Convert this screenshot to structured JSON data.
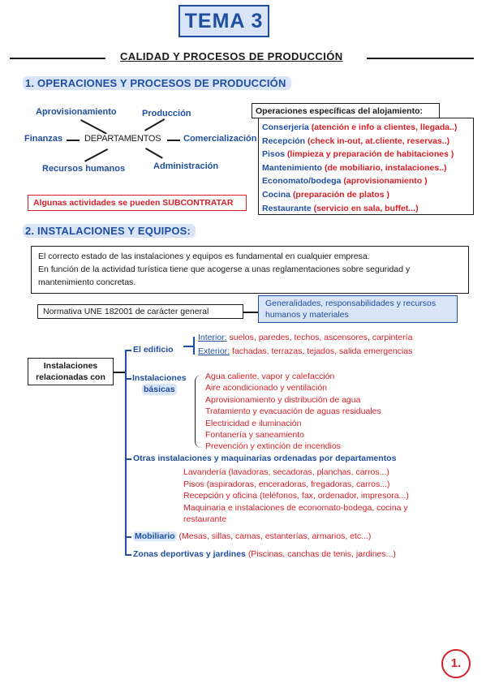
{
  "header": {
    "title": "TEMA 3",
    "subtitle": "CALIDAD Y PROCESOS DE PRODUCCIÓN"
  },
  "section1": {
    "heading": "1. OPERACIONES Y PROCESOS DE PRODUCCIÓN",
    "center": "DEPARTAMENTOS",
    "nodes": {
      "aprovisionamiento": "Aprovisionamiento",
      "produccion": "Producción",
      "finanzas": "Finanzas",
      "comercializacion": "Comercialización",
      "rrhh": "Recursos humanos",
      "administracion": "Administración"
    },
    "subcontratar": "Algunas actividades se pueden SUBCONTRATAR",
    "ops_title": "Operaciones específicas del alojamiento:",
    "ops": [
      {
        "name": "Conserjería",
        "detail": "(atención e info a clientes, llegada..)"
      },
      {
        "name": "Recepción",
        "detail": "(check in-out, at.cliente, reservas..)"
      },
      {
        "name": "Pisos",
        "detail": "(limpieza y preparación de habitaciones )"
      },
      {
        "name": "Mantenimiento",
        "detail": "(de mobiliario, instalaciones..)"
      },
      {
        "name": "Economato/bodega",
        "detail": "(aprovisionamiento )"
      },
      {
        "name": "Cocina",
        "detail": "(preparación de platos )"
      },
      {
        "name": "Restaurante",
        "detail": "(servicio en sala, buffet...)"
      }
    ]
  },
  "section2": {
    "heading": "2. INSTALACIONES Y EQUIPOS:",
    "intro_1": "El correcto estado de las instalaciones y equipos es fundamental en cualquier empresa.",
    "intro_2a": "En función de la actividad turística tiene que acogerse a unas reglamentaciones sobre seguridad y",
    "intro_2b": "mantenimiento concretas.",
    "normativa": "Normativa UNE 182001 de carácter general",
    "normativa_desc_1": "Generalidades, responsabilidades y recursos",
    "normativa_desc_2": "humanos y materiales",
    "root_1": "Instalaciones",
    "root_2": "relacionadas con",
    "edificio": {
      "label": "El edificio",
      "interior_label": "Interior:",
      "interior": "suelos, paredes, techos, ascensores, carpintería",
      "exterior_label": "Exterior:",
      "exterior": "fachadas, terrazas, tejados, salida emergencias"
    },
    "basicas": {
      "label_1": "Instalaciones",
      "label_2": "básicas",
      "items": [
        "Agua caliente, vapor y calefacción",
        "Aire acondicionado y ventilación",
        "Aprovisionamiento y distribución de agua",
        "Tratamiento y evacuación de aguas residuales",
        "Electricidad e iluminación",
        "Fontanería y saneamiento",
        "Prevención y extinción de incendios"
      ]
    },
    "otras": {
      "label": "Otras instalaciones y maquinarias ordenadas por departamentos",
      "items": [
        "Lavandería (lavadoras, secadoras, planchas, carros...)",
        "Pisos (aspiradoras, enceradoras, fregadoras, carros...)",
        "Recepción y oficina (teléfonos, fax, ordenador, impresora...)",
        "Maquinaria e instalaciones de economato-bodega, cocina y",
        "restaurante"
      ]
    },
    "mobiliario": {
      "label": "Mobiliario",
      "detail": "(Mesas, sillas, camas, estanterías, armarios, etc...)"
    },
    "zonas": {
      "label": "Zonas deportivas y jardines",
      "detail": "(Piscinas, canchas de tenis, jardines...)"
    }
  },
  "page_number": "1."
}
